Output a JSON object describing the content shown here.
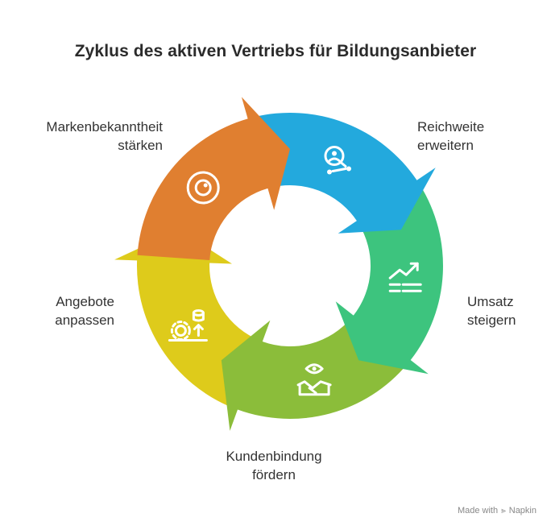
{
  "title": "Zyklus des aktiven Vertriebs für Bildungsanbieter",
  "segments": [
    {
      "id": "brand",
      "lines": [
        "Markenbekanntheit",
        "stärken"
      ],
      "color": "#E07F30",
      "icon": "eye-circle-icon"
    },
    {
      "id": "reach",
      "lines": [
        "Reichweite",
        "erweitern"
      ],
      "color": "#23A9DD",
      "icon": "person-search-network-icon"
    },
    {
      "id": "sales",
      "lines": [
        "Umsatz",
        "steigern"
      ],
      "color": "#3DC47E",
      "icon": "growth-chart-coins-icon"
    },
    {
      "id": "loyalty",
      "lines": [
        "Kundenbindung",
        "fördern"
      ],
      "color": "#8BBD3A",
      "icon": "handshake-eye-icon"
    },
    {
      "id": "offers",
      "lines": [
        "Angebote",
        "anpassen"
      ],
      "color": "#DECB1B",
      "icon": "gear-growth-icon"
    }
  ],
  "footer": {
    "text": "Made with",
    "brand": "Napkin"
  }
}
